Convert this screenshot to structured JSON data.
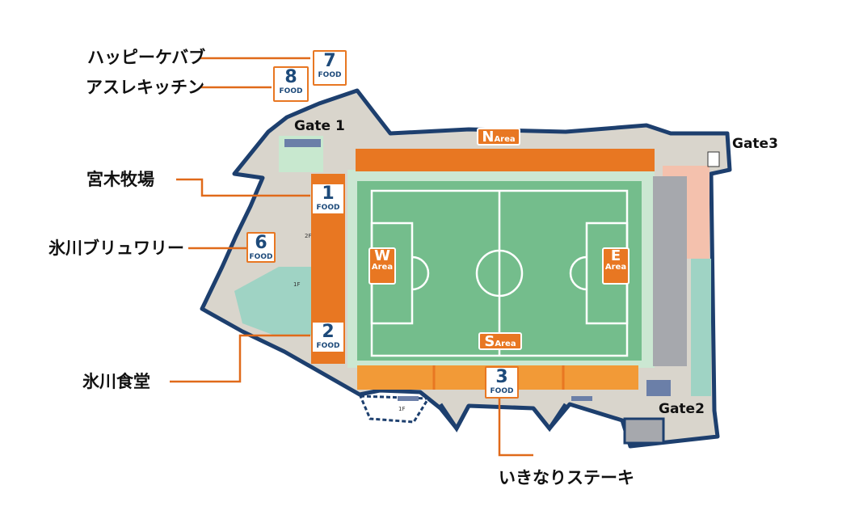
{
  "map": {
    "gates": {
      "gate1": "Gate 1",
      "gate2": "Gate2",
      "gate3": "Gate3"
    },
    "areas": {
      "north": {
        "letter": "N",
        "text": "Area"
      },
      "south": {
        "letter": "S",
        "text": "Area"
      },
      "west": {
        "letter": "W",
        "text": "Area"
      },
      "east": {
        "letter": "E",
        "text": "Area"
      }
    },
    "food_label": "FOOD",
    "food_stalls": [
      {
        "number": "1",
        "vendor": "宮木牧場"
      },
      {
        "number": "2",
        "vendor": "氷川食堂"
      },
      {
        "number": "3",
        "vendor": "いきなりステーキ"
      },
      {
        "number": "6",
        "vendor": "氷川ブリュワリー"
      },
      {
        "number": "7",
        "vendor": "ハッピーケバブ"
      },
      {
        "number": "8",
        "vendor": "アスレキッチン"
      }
    ],
    "floor_labels": {
      "upper": "2F",
      "lower": "1F",
      "south": "1F"
    },
    "colors": {
      "outline": "#1d3f6e",
      "concourse": "#d9d5cc",
      "pitch": "#74bd8c",
      "pitch_border": "#86c79b",
      "stand_orange": "#e87722",
      "stand_light_orange": "#f29a37",
      "seats_gray": "#a6a8ad",
      "pink_zone": "#f4c1ad",
      "green_zone": "#9fd3c4",
      "leader_line": "#e06a1a",
      "badge_text": "#1d4a7a"
    }
  }
}
